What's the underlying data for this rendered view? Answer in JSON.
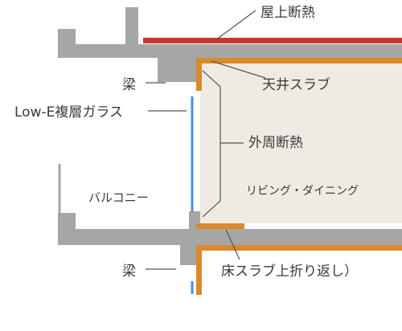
{
  "labels": {
    "roof_insulation": "屋上断熱",
    "beam_upper": "梁",
    "ceiling_slab": "天井スラブ",
    "low_e_glass": "Low-E複層ガラス",
    "perimeter_insulation": "外周断熱",
    "balcony": "バルコニー",
    "living_dining": "リビング・ダイニング",
    "beam_lower": "梁",
    "floor_slab_turnback": "床スラブ上折り返し）"
  },
  "colors": {
    "concrete": "#a6a6a6",
    "roof_insulation": "#c8372d",
    "insulation": "#d98a2b",
    "glass": "#4a90d9",
    "room_fill": "#efebe2",
    "leader": "#555555",
    "text": "#3a3a3a"
  }
}
